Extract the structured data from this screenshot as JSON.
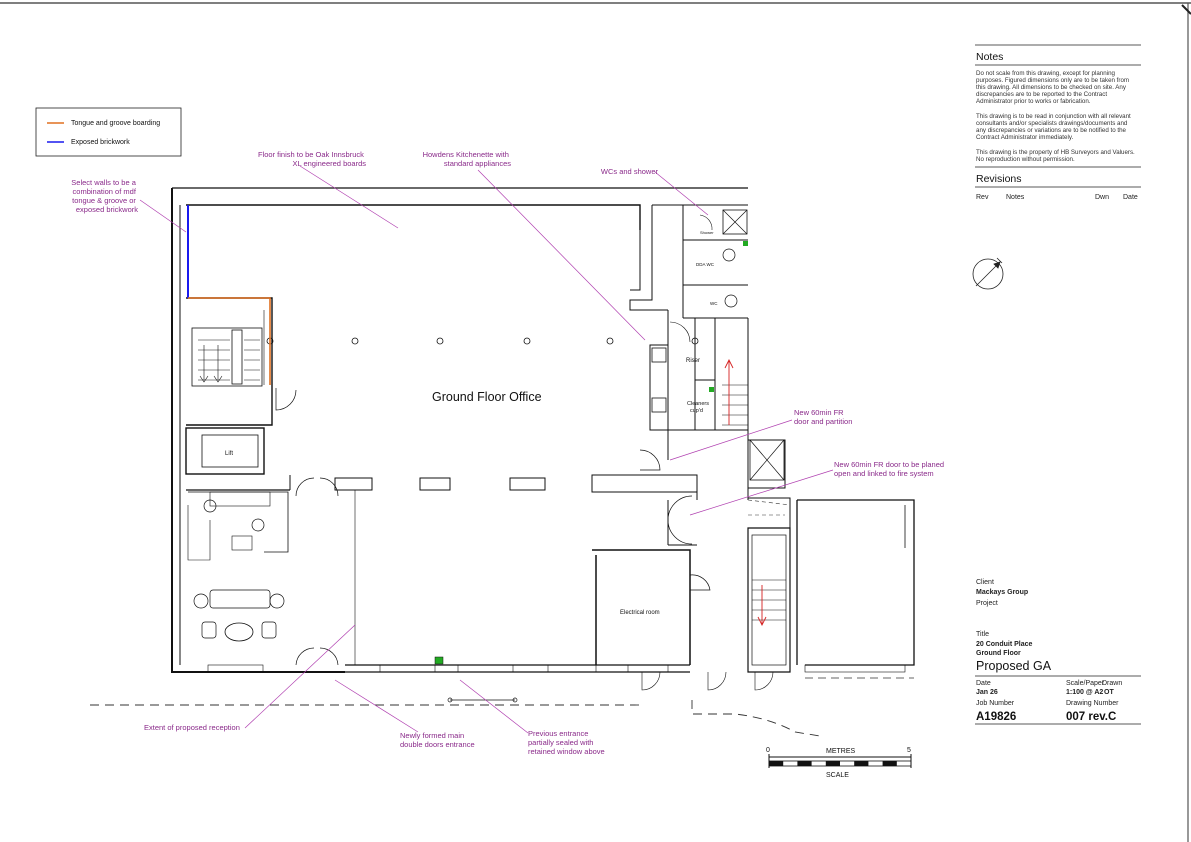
{
  "legend": {
    "items": [
      {
        "label": "Tongue and groove boarding",
        "color": "#e07020"
      },
      {
        "label": "Exposed brickwork",
        "color": "#1a1aee"
      }
    ]
  },
  "annotations": {
    "select_walls": [
      "Select walls to be a",
      "combination of mdf",
      "tongue & groove or",
      "exposed brickwork"
    ],
    "floor_finish": [
      "Floor finish to be  Oak Innsbruck",
      "XL engineered boards"
    ],
    "kitchenette": [
      "Howdens Kitchenette with",
      "standard appliances"
    ],
    "wcs": [
      "WCs and shower"
    ],
    "new_door_1": [
      "New 60min FR",
      "door and partition"
    ],
    "new_door_2": [
      "New 60min FR door to be planed",
      "open and linked to fire system"
    ],
    "reception": [
      "Extent of proposed reception"
    ],
    "main_entrance": [
      "Newly formed main",
      "double doors entrance"
    ],
    "prev_entrance": [
      "Previous entrance",
      "partially sealed with",
      "retained window above"
    ]
  },
  "rooms": {
    "office": "Ground Floor Office",
    "lift": "Lift",
    "riser": "Riser",
    "cleaners": [
      "Cleaners",
      "cup'd"
    ],
    "electrical": "Electrical room",
    "shower": "Shower",
    "dda_wc": "DDA WC",
    "wc": "WC"
  },
  "colors": {
    "annotation": "#8a2a8a",
    "line": "#111111",
    "note_line": "#b040b0",
    "door_green": "#22aa22",
    "red": "#d42020"
  },
  "scale_bar": {
    "start": "0",
    "end": "5",
    "unit": "METRES",
    "caption": "SCALE"
  },
  "title_block": {
    "notes_heading": "Notes",
    "notes": [
      [
        "Do not scale from this drawing, except for planning",
        "purposes. Figured dimensions only are to be taken from",
        "this drawing. All dimensions to be checked on site. Any",
        "discrepancies are to be reported to the Contract",
        "Administrator prior to works or fabrication."
      ],
      [
        "This drawing is to be read in conjunction with all relevant",
        "consultants and/or specialists drawings/documents and",
        "any discrepancies or variations are to be notified to the",
        "Contract Administrator immediately."
      ],
      [
        "This drawing is the property of HB Surveyors and Valuers.",
        "No reproduction without permission."
      ]
    ],
    "revisions_heading": "Revisions",
    "rev_cols": [
      "Rev",
      "Notes",
      "Dwn",
      "Date"
    ],
    "client_label": "Client",
    "client": "Mackays Group",
    "project_label": "Project",
    "title_label": "Title",
    "title_lines": [
      "20 Conduit Place",
      "Ground Floor"
    ],
    "drawing_title": "Proposed GA",
    "date_label": "Date",
    "date": "Jan 26",
    "scale_label": "Scale/Paper",
    "scale": "1:100 @ A2",
    "drawn_label": "Drawn",
    "drawn": "OT",
    "job_label": "Job Number",
    "job": "A19826",
    "drg_label": "Drawing Number",
    "drg": "007 rev.C"
  }
}
